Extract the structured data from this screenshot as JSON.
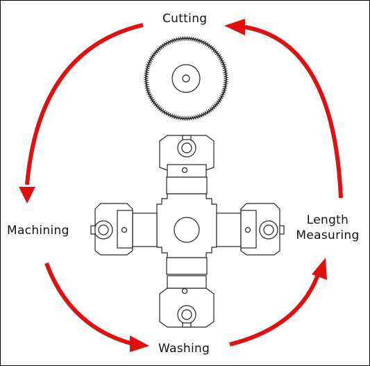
{
  "diagram": {
    "stations": {
      "top": "Cutting",
      "left": "Machining",
      "bottom": "Washing",
      "right": "Length Measuring"
    },
    "flow": [
      "Cutting",
      "Machining",
      "Washing",
      "Length Measuring"
    ],
    "arrow_color": "#e01010",
    "line_color": "#222222"
  }
}
